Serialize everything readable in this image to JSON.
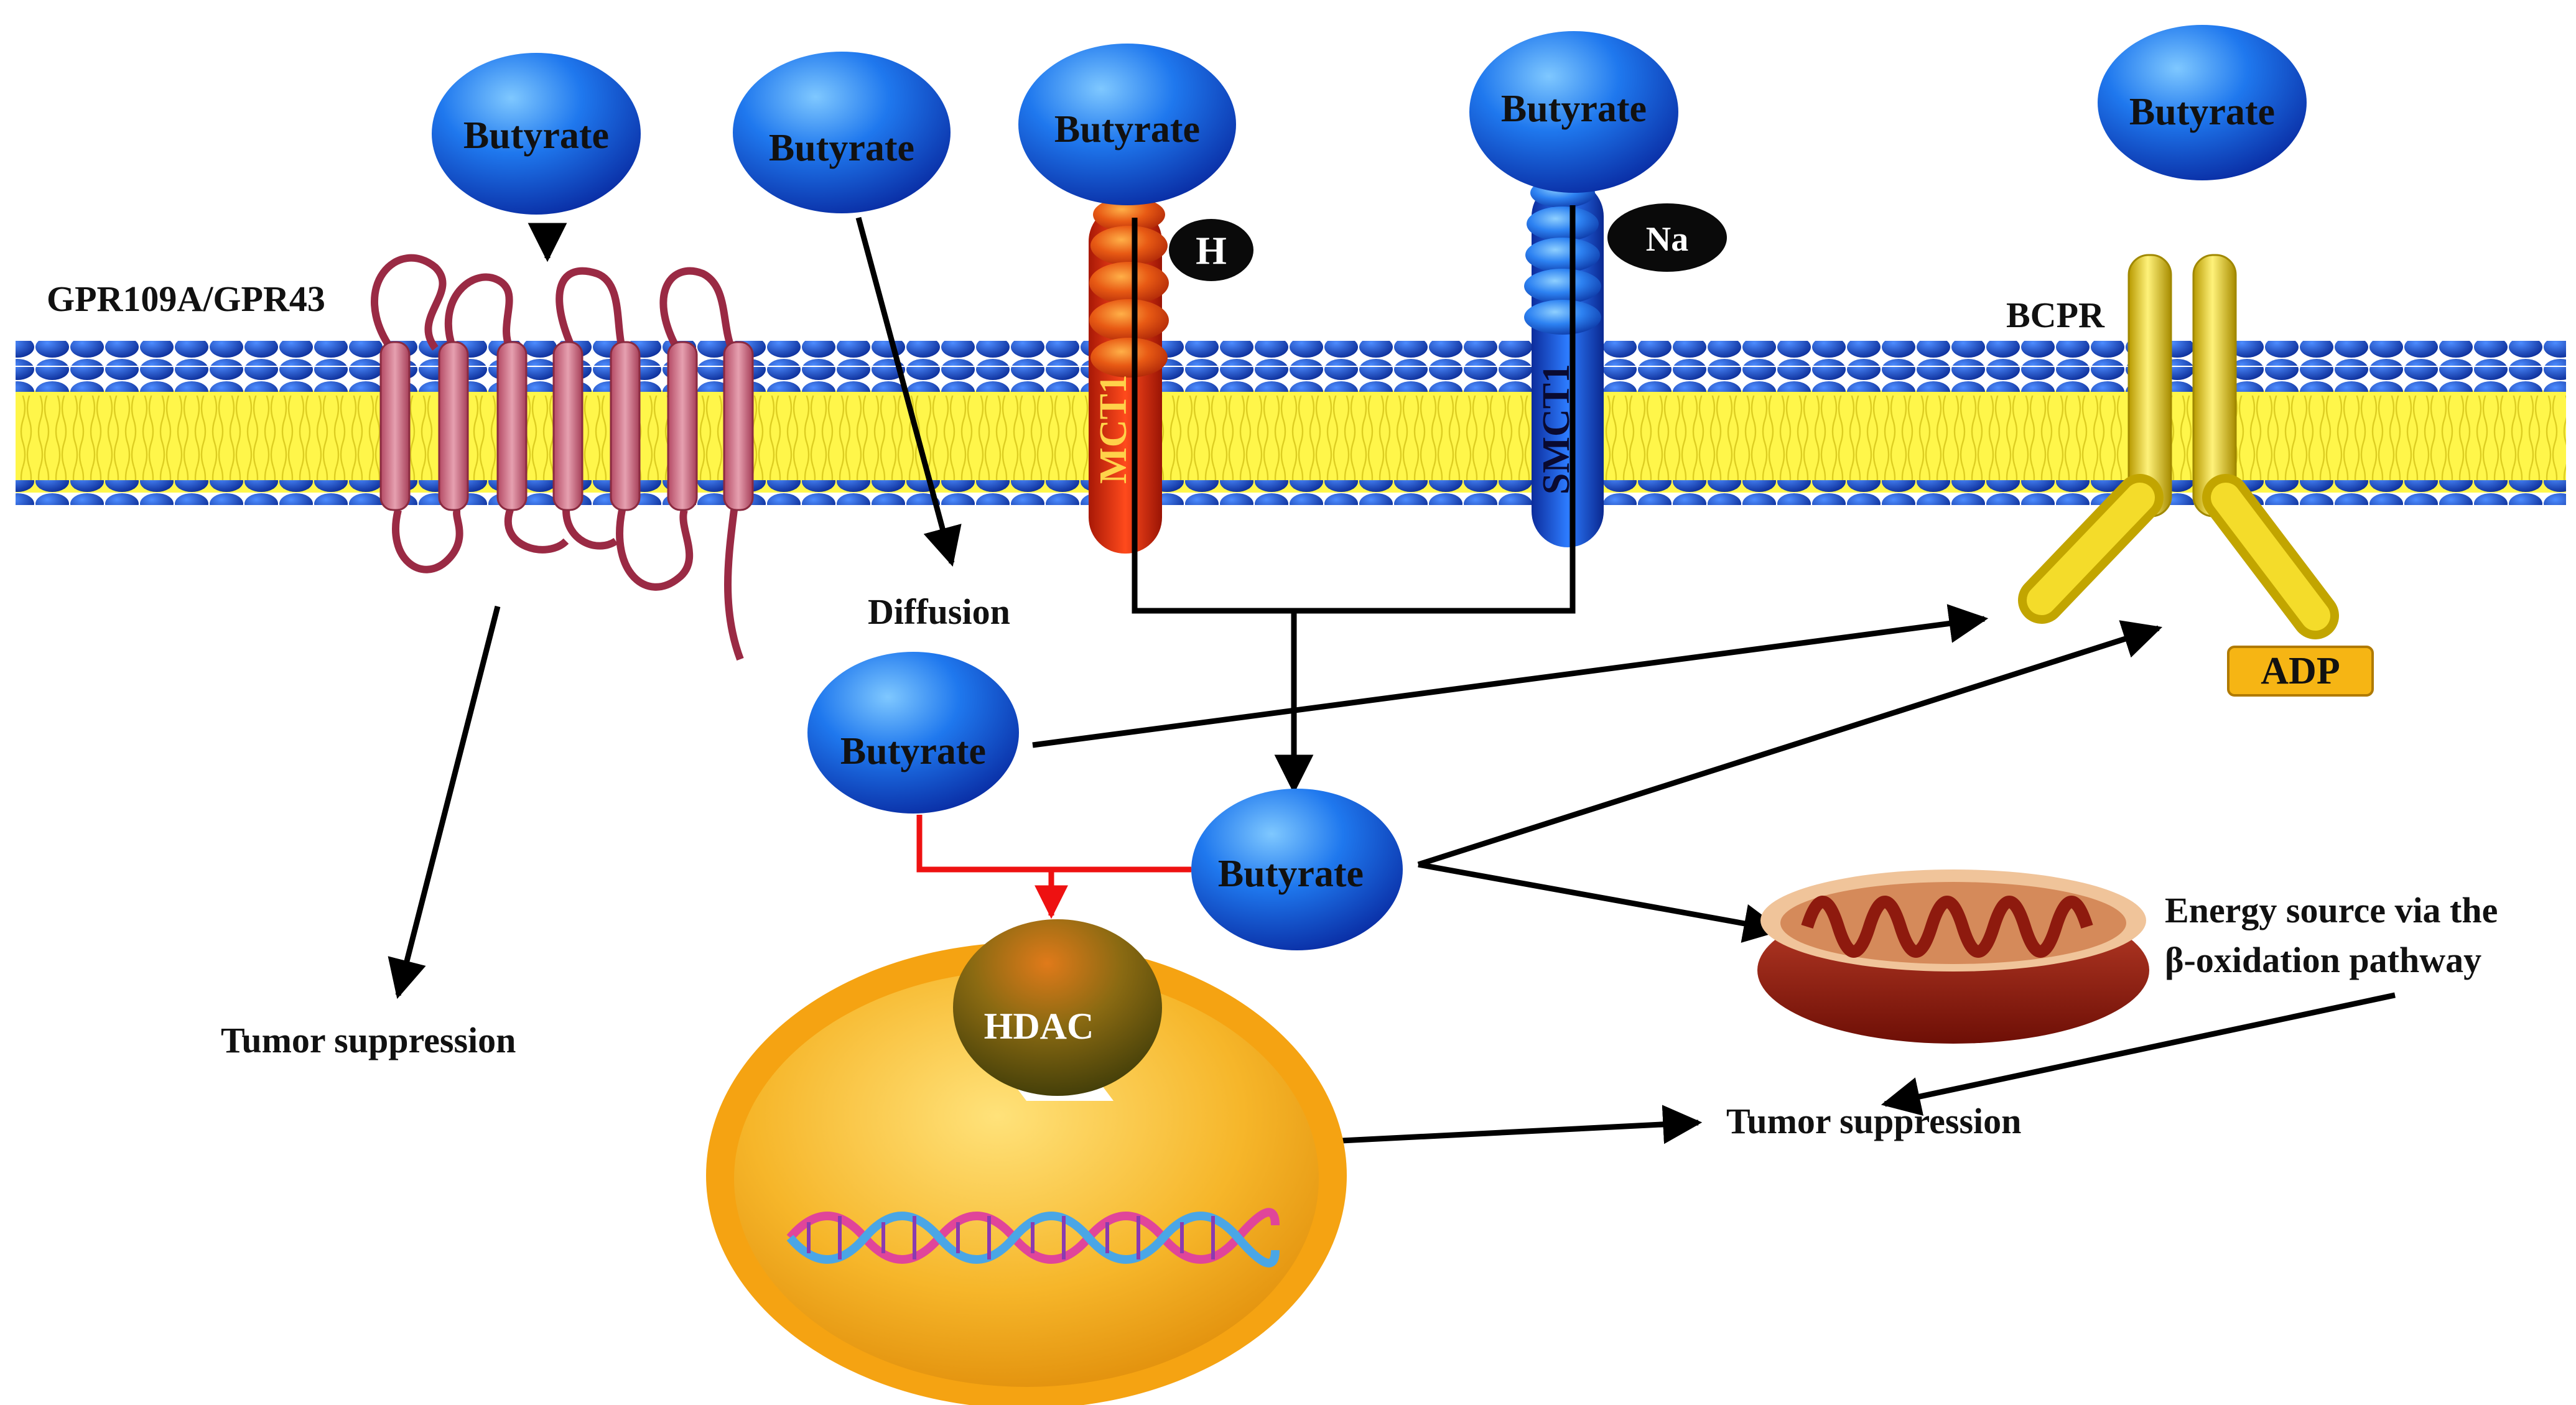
{
  "labels": {
    "butyrate": "Butyrate",
    "gpr": "GPR109A/GPR43",
    "diffusion": "Diffusion",
    "mct1": "MCT1",
    "smct1": "SMCT1",
    "h": "H",
    "na": "Na",
    "bcpr": "BCPR",
    "adp": "ADP",
    "hdac": "HDAC",
    "tumor_left": "Tumor suppression",
    "tumor_right": "Tumor suppression",
    "energy_line1": "Energy source via the",
    "energy_line2": "β-oxidation pathway"
  },
  "colors": {
    "butyrate": "#1e6fe6",
    "membrane_head": "#1c4fc8",
    "membrane_core": "#fff64a",
    "gpr": "#b8506a",
    "mct1": "#d42a10",
    "smct1": "#1a5fe0",
    "bcpr": "#f2d21a",
    "adp": "#f5b512",
    "nucleus": "#f5a716",
    "hdac": "#6a5a12",
    "mitochondrion": "#8e1a0e",
    "arrow": "#000000",
    "inhibit": "#ee1111"
  }
}
